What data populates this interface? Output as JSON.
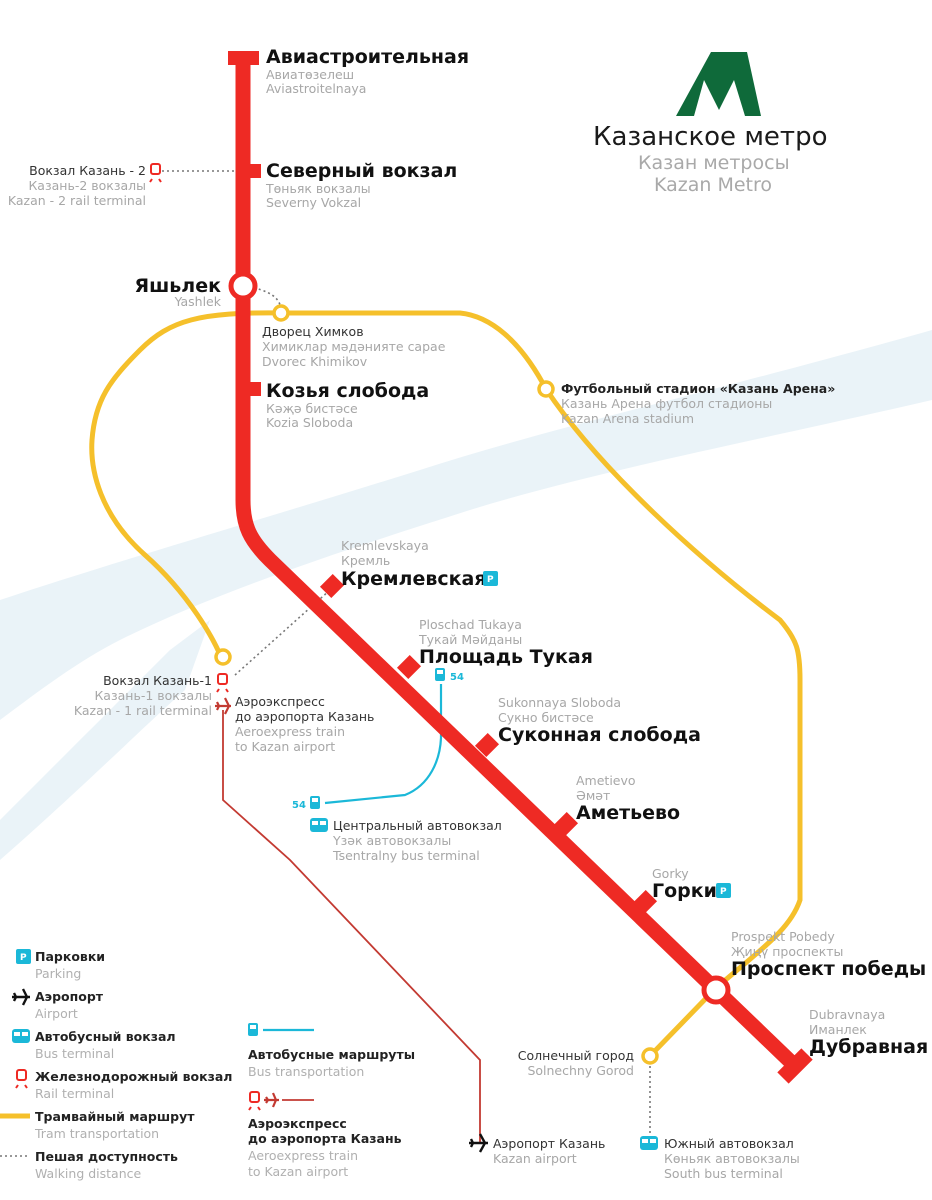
{
  "title": {
    "ru": "Казанское метро",
    "tt": "Казан метросы",
    "en": "Kazan Metro"
  },
  "colors": {
    "metro_line": "#ee2a24",
    "tram_line": "#f5c02b",
    "bus_route": "#1bb8d8",
    "aeroexpress": "#c33a32",
    "logo_green": "#0f6a3a",
    "river": "#e9f3f8"
  },
  "stations": {
    "aviastroitelnaya": {
      "ru": "Авиастроительная",
      "tt": "Авиатөзелеш",
      "en": "Aviastroitelnaya"
    },
    "severny_vokzal": {
      "ru": "Северный вокзал",
      "tt": "Төньяк вокзалы",
      "en": "Severny Vokzal"
    },
    "yashlek": {
      "ru": "Яшьлек",
      "en": "Yashlek"
    },
    "kozya_sloboda": {
      "ru": "Козья слобода",
      "tt": "Кәҗә бистәсе",
      "en": "Kozia Sloboda"
    },
    "kremlevskaya": {
      "ru": "Кремлевская",
      "tt": "Кремль",
      "en": "Kremlevskaya"
    },
    "ploshchad_tukaya": {
      "ru": "Площадь Тукая",
      "tt": "Тукай Мәйданы",
      "en": "Ploschad Tukaya"
    },
    "sukonnaya_sloboda": {
      "ru": "Суконная слобода",
      "tt": "Сукно бистәсе",
      "en": "Sukonnaya Sloboda"
    },
    "ametyevo": {
      "ru": "Аметьево",
      "tt": "Әмәт",
      "en": "Ametievo"
    },
    "gorki": {
      "ru": "Горки",
      "en": "Gorky"
    },
    "prospekt_pobedy": {
      "ru": "Проспект победы",
      "tt": "Җиңү проспекты",
      "en": "Prospekt Pobedy"
    },
    "dubravnaya": {
      "ru": "Дубравная",
      "tt": "Иманлек",
      "en": "Dubravnaya"
    }
  },
  "points": {
    "kazan2": {
      "ru": "Вокзал Казань - 2",
      "tt": "Казань-2 вокзалы",
      "en": "Kazan - 2 rail terminal"
    },
    "dvorec": {
      "ru": "Дворец Химков",
      "tt": "Химиклар мәдәнияте сарае",
      "en": "Dvorec Khimikov"
    },
    "stadium": {
      "ru": "Футбольный стадион «Казань Арена»",
      "tt": "Казань Арена футбол стадионы",
      "en": "Kazan Arena stadium"
    },
    "kazan1": {
      "ru": "Вокзал Казань-1",
      "tt": "Казань-1 вокзалы",
      "en": "Kazan - 1 rail terminal"
    },
    "aeroexpress": {
      "ru1": "Аэроэкспресс",
      "ru2": "до аэропорта Казань",
      "en1": "Aeroexpress train",
      "en2": "to Kazan airport"
    },
    "central_bus": {
      "ru": "Центральный автовокзал",
      "tt": "Үзәк автовокзалы",
      "en": "Tsentralny bus terminal"
    },
    "solnechny": {
      "ru": "Солнечный город",
      "en": "Solnechny Gorod"
    },
    "airport": {
      "ru": "Аэропорт Казань",
      "en": "Kazan airport"
    },
    "south_bus": {
      "ru": "Южный автовокзал",
      "tt": "Көньяк автовокзалы",
      "en": "South bus terminal"
    }
  },
  "bus_route_number": "54",
  "parking_glyph": "P",
  "legend": {
    "parking": {
      "ru": "Парковки",
      "en": "Parking"
    },
    "airport": {
      "ru": "Аэропорт",
      "en": "Airport"
    },
    "bus_terminal": {
      "ru": "Автобусный вокзал",
      "en": "Bus terminal"
    },
    "rail_terminal": {
      "ru": "Железнодорожный вокзал",
      "en": "Rail terminal"
    },
    "tram": {
      "ru": "Трамвайный маршрут",
      "en": "Tram transportation"
    },
    "walking": {
      "ru": "Пешая доступность",
      "en": "Walking distance"
    },
    "bus_routes": {
      "ru": "Автобусные маршруты",
      "en": "Bus transportation"
    },
    "aeroexpress": {
      "ru1": "Аэроэкспресс",
      "ru2": "до аэропорта Казань",
      "en1": "Aeroexpress train",
      "en2": "to Kazan airport"
    }
  }
}
